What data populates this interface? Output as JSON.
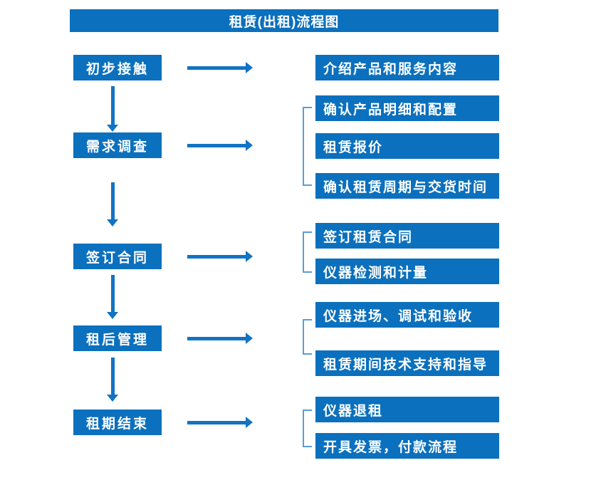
{
  "title": "租赁(出租)流程图",
  "colors": {
    "box": "#0b70bd",
    "arrow": "#1173c4",
    "bracket": "#5b9bd5",
    "text": "#ffffff",
    "bg": "#ffffff"
  },
  "stages": [
    {
      "label": "初步接触",
      "outputs": [
        "介绍产品和服务内容"
      ]
    },
    {
      "label": "需求调查",
      "outputs": [
        "确认产品明细和配置",
        "租赁报价",
        "确认租赁周期与交货时间"
      ]
    },
    {
      "label": "签订合同",
      "outputs": [
        "签订租赁合同",
        "仪器检测和计量"
      ]
    },
    {
      "label": "租后管理",
      "outputs": [
        "仪器进场、调试和验收",
        "租赁期间技术支持和指导"
      ]
    },
    {
      "label": "租期结束",
      "outputs": [
        "仪器退租",
        "开具发票，付款流程"
      ]
    }
  ]
}
